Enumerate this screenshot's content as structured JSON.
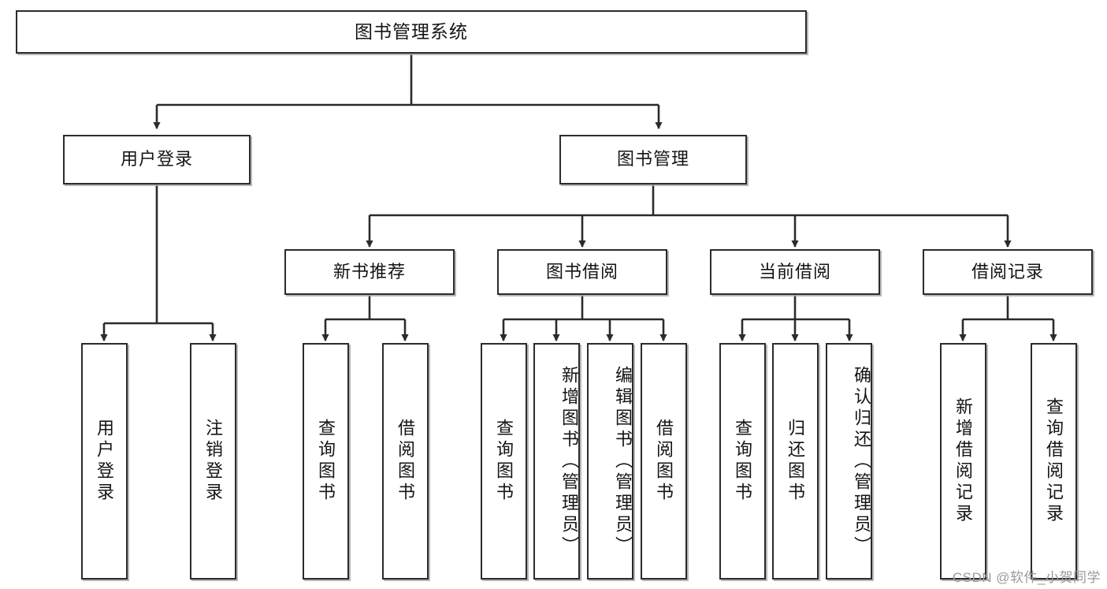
{
  "diagram": {
    "title": "图书管理系统",
    "type": "tree-hierarchy",
    "root": {
      "label": "图书管理系统"
    },
    "level2": [
      {
        "label": "用户登录"
      },
      {
        "label": "图书管理"
      }
    ],
    "level3": [
      {
        "label": "新书推荐"
      },
      {
        "label": "图书借阅"
      },
      {
        "label": "当前借阅"
      },
      {
        "label": "借阅记录"
      }
    ],
    "leaves": {
      "user_login": [
        {
          "label": "用户登录"
        },
        {
          "label": "注销登录"
        }
      ],
      "new_book_recommend": [
        {
          "label": "查询图书"
        },
        {
          "label": "借阅图书"
        }
      ],
      "book_borrow": [
        {
          "label": "查询图书"
        },
        {
          "label": "新增图书（管理员）"
        },
        {
          "label": "编辑图书（管理员）"
        },
        {
          "label": "借阅图书"
        }
      ],
      "current_borrow": [
        {
          "label": "查询图书"
        },
        {
          "label": "归还图书"
        },
        {
          "label": "确认归还（管理员）"
        }
      ],
      "borrow_record": [
        {
          "label": "新增借阅记录"
        },
        {
          "label": "查询借阅记录"
        }
      ]
    }
  },
  "watermark": {
    "text": "CSDN @软件_小贺同学"
  },
  "colors": {
    "border": "#2b2b2b",
    "background": "#ffffff",
    "text": "#141414",
    "watermark": "#9a9a9a"
  }
}
